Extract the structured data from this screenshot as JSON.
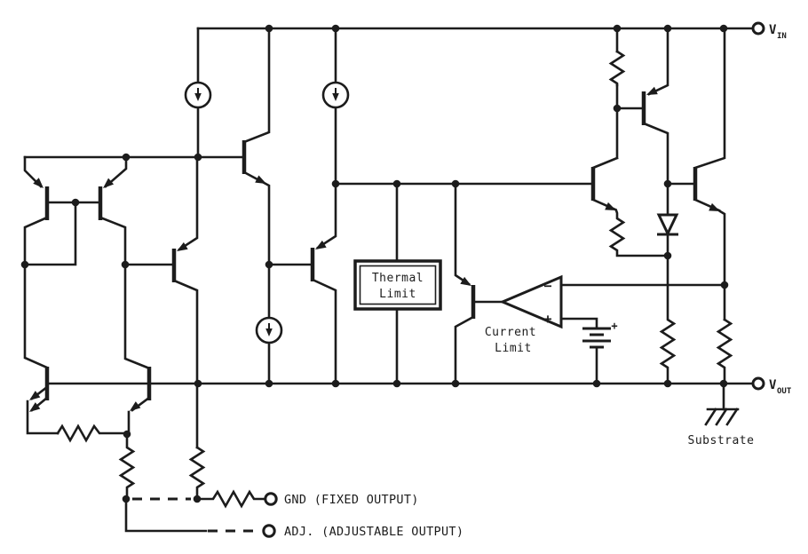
{
  "terminals": {
    "vin": {
      "main": "V",
      "sub": "IN"
    },
    "vout": {
      "main": "V",
      "sub": "OUT"
    },
    "gnd": {
      "label": "GND (FIXED OUTPUT)"
    },
    "adj": {
      "label": "ADJ. (ADJUSTABLE OUTPUT)"
    },
    "substrate": {
      "label": "Substrate"
    }
  },
  "blocks": {
    "thermal": {
      "line1": "Thermal",
      "line2": "Limit"
    },
    "current": {
      "line1": "Current",
      "line2": "Limit"
    }
  },
  "symbols": {
    "comparator_minus": "−",
    "comparator_plus": "+",
    "battery_plus": "+"
  },
  "colors": {
    "line": "#1c1c1c",
    "background": "#ffffff"
  }
}
